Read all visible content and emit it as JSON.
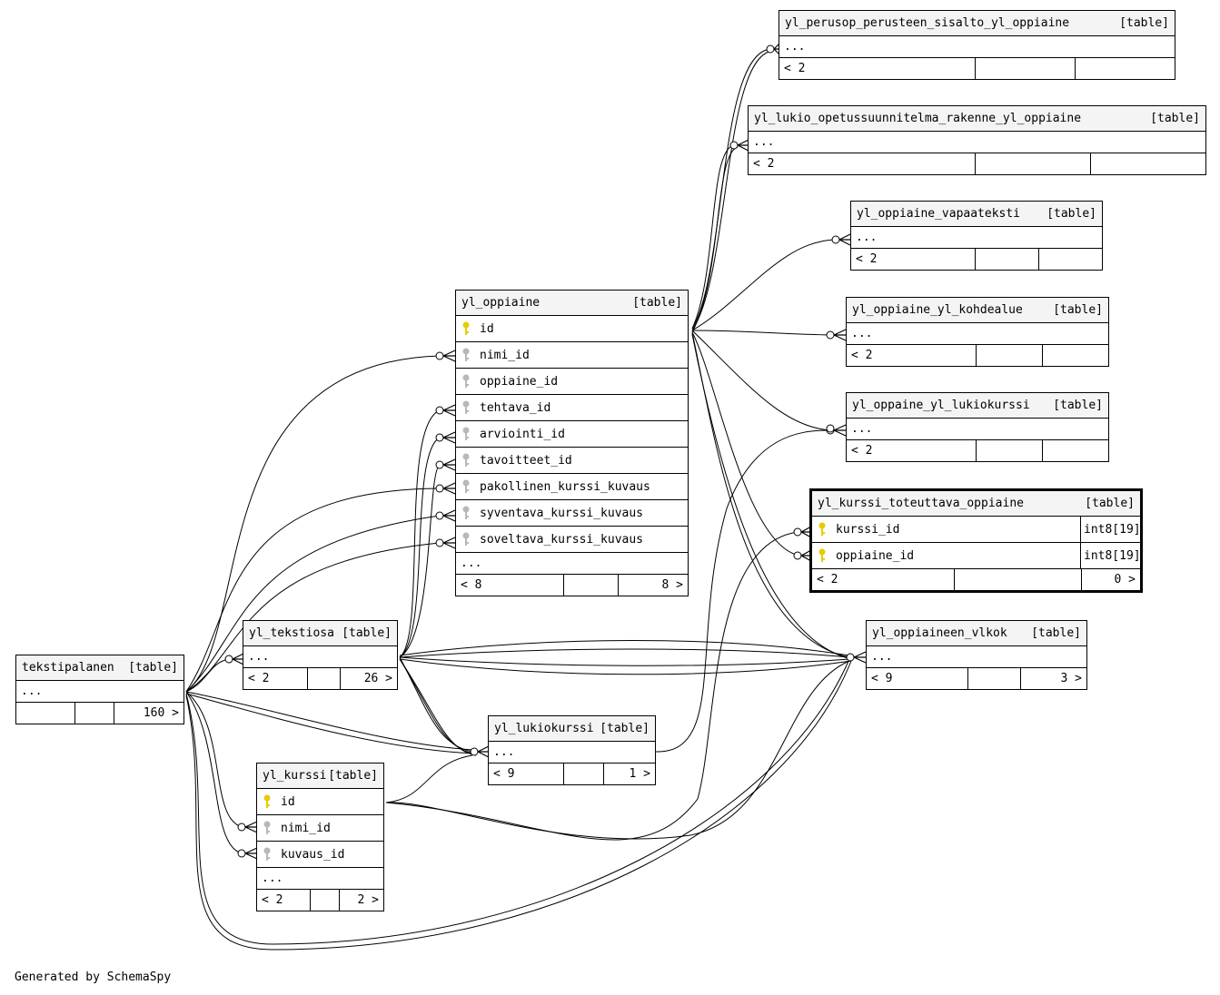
{
  "credit": "Generated by SchemaSpy",
  "tag": "[table]",
  "colors": {
    "primary_key": "#e6cc00",
    "foreign_key": "#b8b8b8",
    "header_bg": "#f4f4f4"
  },
  "tables": {
    "perusop": {
      "name": "yl_perusop_perusteen_sisalto_yl_oppiaine",
      "more": "...",
      "foot": [
        "< 2",
        "",
        ""
      ]
    },
    "lukio_ops": {
      "name": "yl_lukio_opetussuunnitelma_rakenne_yl_oppiaine",
      "more": "...",
      "foot": [
        "< 2",
        "",
        ""
      ]
    },
    "vapaateksti": {
      "name": "yl_oppiaine_vapaateksti",
      "more": "...",
      "foot": [
        "< 2",
        "",
        ""
      ]
    },
    "kohdealue": {
      "name": "yl_oppiaine_yl_kohdealue",
      "more": "...",
      "foot": [
        "< 2",
        "",
        ""
      ]
    },
    "oppaine_lukiokurssi": {
      "name": "yl_oppaine_yl_lukiokurssi",
      "more": "...",
      "foot": [
        "< 2",
        "",
        ""
      ]
    },
    "kurssi_toteuttava": {
      "name": "yl_kurssi_toteuttava_oppiaine",
      "columns": [
        {
          "name": "kurssi_id",
          "type": "int8[19]",
          "key": "primary-key-icon"
        },
        {
          "name": "oppiaine_id",
          "type": "int8[19]",
          "key": "primary-key-icon"
        }
      ],
      "foot": [
        "< 2",
        "",
        "0 >"
      ]
    },
    "oppiaine": {
      "name": "yl_oppiaine",
      "columns": [
        {
          "name": "id",
          "key": "primary-key-icon"
        },
        {
          "name": "nimi_id",
          "key": "foreign-key-icon"
        },
        {
          "name": "oppiaine_id",
          "key": "foreign-key-icon"
        },
        {
          "name": "tehtava_id",
          "key": "foreign-key-icon"
        },
        {
          "name": "arviointi_id",
          "key": "foreign-key-icon"
        },
        {
          "name": "tavoitteet_id",
          "key": "foreign-key-icon"
        },
        {
          "name": "pakollinen_kurssi_kuvaus",
          "key": "foreign-key-icon"
        },
        {
          "name": "syventava_kurssi_kuvaus",
          "key": "foreign-key-icon"
        },
        {
          "name": "soveltava_kurssi_kuvaus",
          "key": "foreign-key-icon"
        }
      ],
      "more": "...",
      "foot": [
        "< 8",
        "",
        "8 >"
      ]
    },
    "vlkok": {
      "name": "yl_oppiaineen_vlkok",
      "more": "...",
      "foot": [
        "< 9",
        "",
        "3 >"
      ]
    },
    "tekstiosa": {
      "name": "yl_tekstiosa",
      "more": "...",
      "foot": [
        "< 2",
        "",
        "26 >"
      ]
    },
    "tekstipalanen": {
      "name": "tekstipalanen",
      "more": "...",
      "foot": [
        "",
        "",
        "160 >"
      ]
    },
    "lukiokurssi": {
      "name": "yl_lukiokurssi",
      "more": "...",
      "foot": [
        "< 9",
        "",
        "1 >"
      ]
    },
    "kurssi": {
      "name": "yl_kurssi",
      "columns": [
        {
          "name": "id",
          "key": "primary-key-icon"
        },
        {
          "name": "nimi_id",
          "key": "foreign-key-icon"
        },
        {
          "name": "kuvaus_id",
          "key": "foreign-key-icon"
        }
      ],
      "more": "...",
      "foot": [
        "< 2",
        "",
        "2 >"
      ]
    }
  }
}
